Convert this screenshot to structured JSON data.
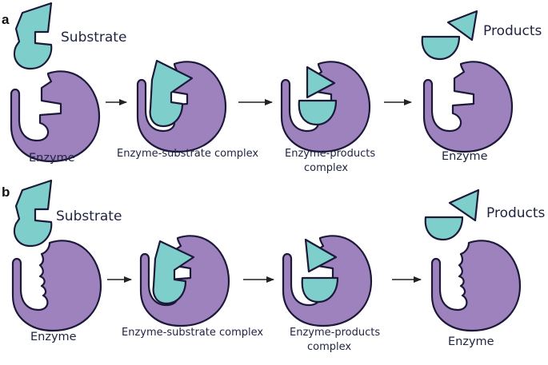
{
  "colors": {
    "enzyme_fill": "#9e82bd",
    "substrate_fill": "#7ecfcb",
    "outline": "#1b1838",
    "arrow": "#222222"
  },
  "panel_a": {
    "label": "a",
    "substrate_label": "Substrate",
    "products_label": "Products",
    "stages": [
      {
        "label": "Enzyme"
      },
      {
        "label": "Enzyme-substrate complex"
      },
      {
        "label_line1": "Enzyme-products",
        "label_line2": "complex"
      },
      {
        "label": "Enzyme"
      }
    ]
  },
  "panel_b": {
    "label": "b",
    "substrate_label": "Substrate",
    "products_label": "Products",
    "stages": [
      {
        "label": "Enzyme"
      },
      {
        "label": "Enzyme-substrate complex"
      },
      {
        "label_line1": "Enzyme-products",
        "label_line2": "complex"
      },
      {
        "label": "Enzyme"
      }
    ]
  }
}
